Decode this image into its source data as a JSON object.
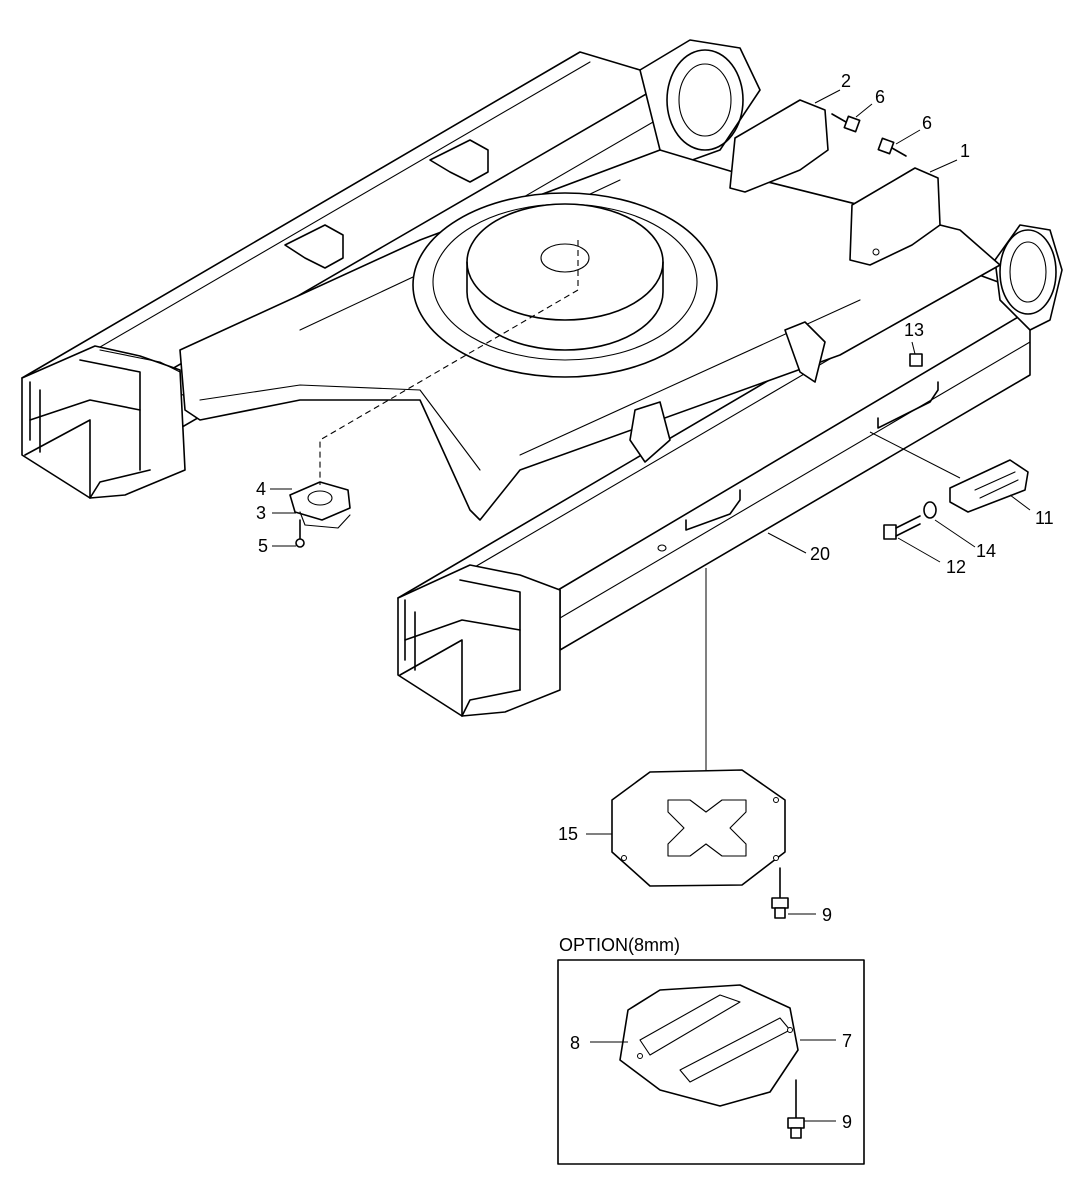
{
  "callouts": [
    {
      "id": "c1",
      "label": "1"
    },
    {
      "id": "c2",
      "label": "2"
    },
    {
      "id": "c3",
      "label": "3"
    },
    {
      "id": "c4",
      "label": "4"
    },
    {
      "id": "c5",
      "label": "5"
    },
    {
      "id": "c6a",
      "label": "6"
    },
    {
      "id": "c6b",
      "label": "6"
    },
    {
      "id": "c7",
      "label": "7"
    },
    {
      "id": "c8",
      "label": "8"
    },
    {
      "id": "c9a",
      "label": "9"
    },
    {
      "id": "c9b",
      "label": "9"
    },
    {
      "id": "c11",
      "label": "11"
    },
    {
      "id": "c12",
      "label": "12"
    },
    {
      "id": "c13",
      "label": "13"
    },
    {
      "id": "c14",
      "label": "14"
    },
    {
      "id": "c15",
      "label": "15"
    },
    {
      "id": "c20",
      "label": "20"
    }
  ],
  "option_box": {
    "title": "OPTION(8mm)"
  }
}
